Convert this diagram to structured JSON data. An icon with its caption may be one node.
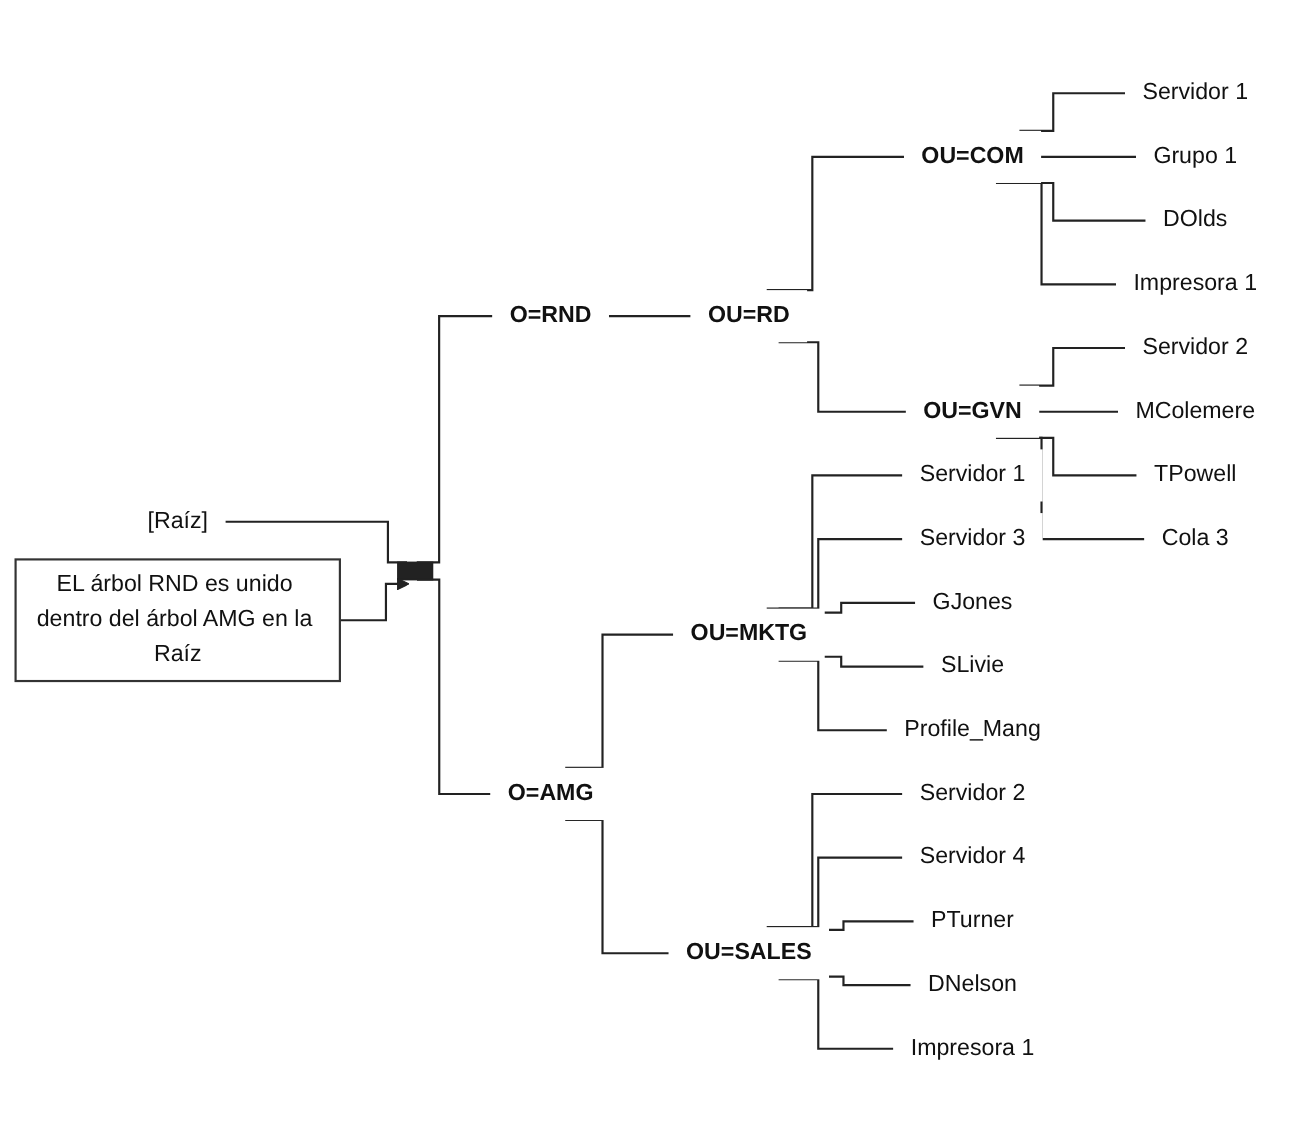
{
  "diagram": {
    "nodes": [
      {
        "text": [
          "[Raíz]"
        ]
      },
      {
        "text": [
          "EL árbol RND es unido dentro del árbol AMG en la Raíz"
        ]
      },
      {
        "text": [],
        "shape": "bar"
      },
      {
        "text": [
          "O=AMG"
        ]
      },
      {
        "text": [
          "O=RND"
        ]
      },
      {
        "text": [
          "OU=RD"
        ]
      },
      {
        "text": [
          "OU=MKTG"
        ]
      },
      {
        "text": [
          "OU=SALES"
        ]
      },
      {
        "text": [
          "OU=COM"
        ]
      },
      {
        "text": [
          "OU=GVN"
        ]
      },
      {
        "text": [
          "Servidor 1"
        ]
      },
      {
        "text": [
          "Servidor 3"
        ]
      },
      {
        "text": [
          "GJones"
        ]
      },
      {
        "text": [
          "SLivie"
        ]
      },
      {
        "text": [
          "Profile_Mang"
        ]
      },
      {
        "text": [
          "Servidor 2"
        ]
      },
      {
        "text": [
          "Servidor 4"
        ]
      },
      {
        "text": [
          "PTurner"
        ]
      },
      {
        "text": [
          "DNelson"
        ]
      },
      {
        "text": [
          "Impresora 1"
        ]
      },
      {
        "text": [
          "Servidor 1"
        ]
      },
      {
        "text": [
          "Grupo 1"
        ]
      },
      {
        "text": [
          "DOlds"
        ]
      },
      {
        "text": [
          "Impresora 1"
        ]
      },
      {
        "text": [
          "Servidor 2"
        ]
      },
      {
        "text": [
          "MColemere"
        ]
      },
      {
        "text": [
          "TPowell"
        ]
      },
      {
        "text": [
          "Cola 3"
        ]
      }
    ],
    "edges": [
      {
        "from": 0,
        "to": 2,
        "arrow": "none"
      },
      {
        "from": 1,
        "to": 2,
        "arrow": "to"
      },
      {
        "from": 2,
        "to": 3,
        "arrow": "none"
      },
      {
        "from": 2,
        "to": 4,
        "arrow": "none"
      },
      {
        "from": 4,
        "to": 5,
        "arrow": "none"
      },
      {
        "from": 3,
        "to": 6,
        "arrow": "none"
      },
      {
        "from": 3,
        "to": 7,
        "arrow": "none"
      },
      {
        "from": 5,
        "to": 8,
        "arrow": "none"
      },
      {
        "from": 5,
        "to": 9,
        "arrow": "none"
      },
      {
        "from": 6,
        "to": 10,
        "arrow": "none"
      },
      {
        "from": 6,
        "to": 11,
        "arrow": "none"
      },
      {
        "from": 6,
        "to": 12,
        "arrow": "none"
      },
      {
        "from": 6,
        "to": 13,
        "arrow": "none"
      },
      {
        "from": 6,
        "to": 14,
        "arrow": "none"
      },
      {
        "from": 7,
        "to": 15,
        "arrow": "none"
      },
      {
        "from": 7,
        "to": 16,
        "arrow": "none"
      },
      {
        "from": 7,
        "to": 17,
        "arrow": "none"
      },
      {
        "from": 7,
        "to": 18,
        "arrow": "none"
      },
      {
        "from": 7,
        "to": 19,
        "arrow": "none"
      },
      {
        "from": 8,
        "to": 20,
        "arrow": "none"
      },
      {
        "from": 8,
        "to": 21,
        "arrow": "none"
      },
      {
        "from": 8,
        "to": 22,
        "arrow": "none"
      },
      {
        "from": 8,
        "to": 23,
        "arrow": "none"
      },
      {
        "from": 9,
        "to": 24,
        "arrow": "none"
      },
      {
        "from": 9,
        "to": 25,
        "arrow": "none"
      },
      {
        "from": 9,
        "to": 26,
        "arrow": "none"
      },
      {
        "from": 9,
        "to": 27,
        "arrow": "none"
      }
    ]
  }
}
